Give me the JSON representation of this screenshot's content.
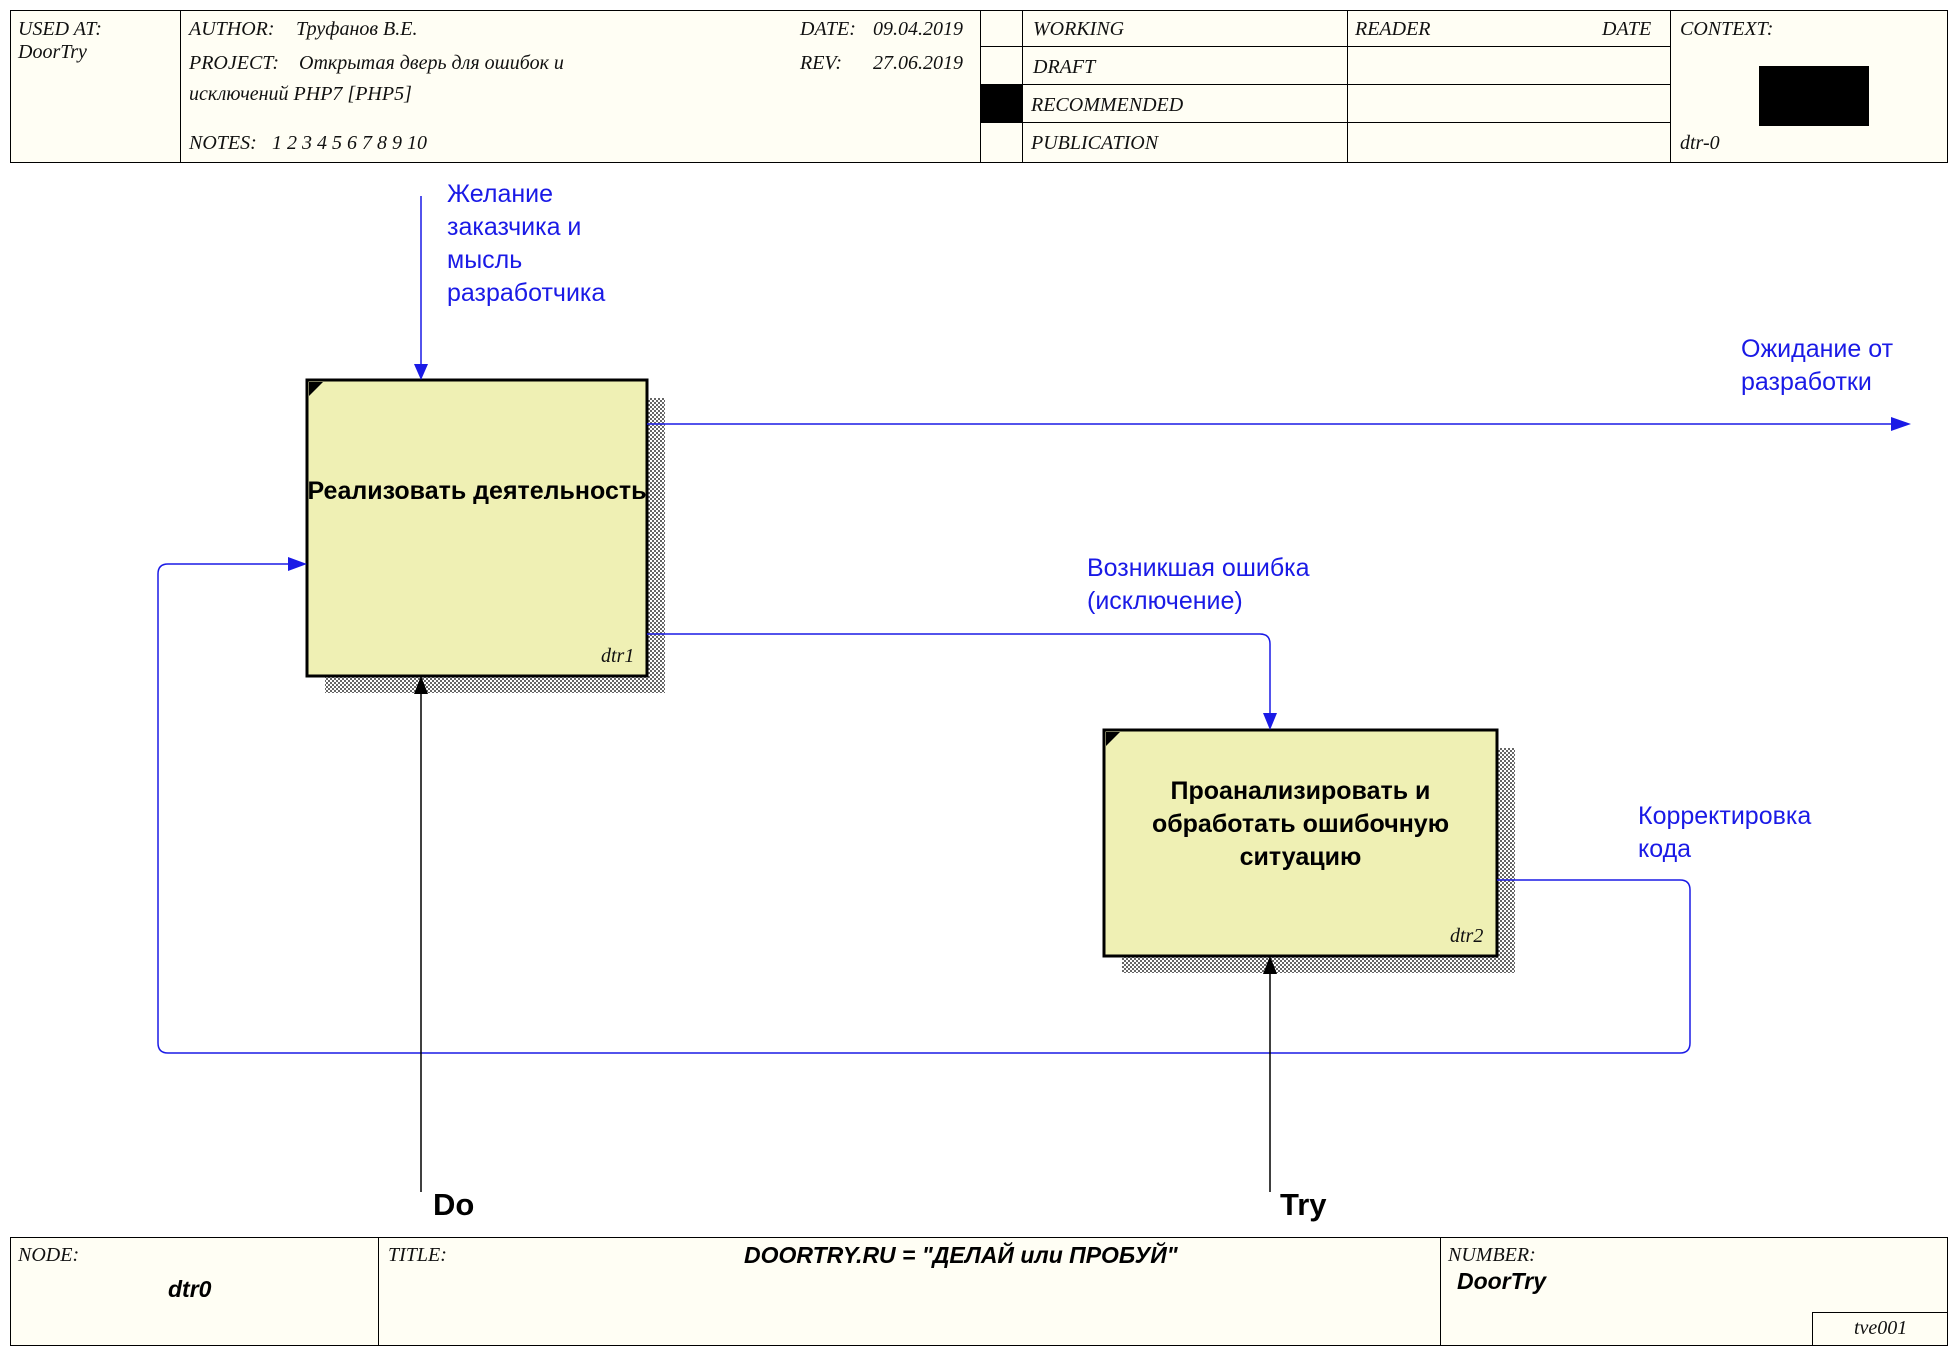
{
  "header": {
    "used_at_label": "USED AT:",
    "used_at_value": "DoorTry",
    "author_label": "AUTHOR:",
    "author_value": "Труфанов В.Е.",
    "project_label": "PROJECT:",
    "project_value_line1": "Открытая дверь для ошибок и",
    "project_value_line2": "исключений PHP7 [PHP5]",
    "notes_label": "NOTES:",
    "notes_values": "1  2  3  4  5  6  7  8  9  10",
    "date_label": "DATE:",
    "date_value": "09.04.2019",
    "rev_label": "REV:",
    "rev_value": "27.06.2019",
    "status": {
      "working": "WORKING",
      "draft": "DRAFT",
      "recommended": "RECOMMENDED",
      "publication": "PUBLICATION",
      "selected": "recommended"
    },
    "reader_label": "READER",
    "reader_date_label": "DATE",
    "context_label": "CONTEXT:",
    "context_value": "dtr-0"
  },
  "diagram": {
    "boxes": [
      {
        "label": "Реализовать деятельность",
        "ref": "dtr1"
      },
      {
        "label": "Проанализировать и обработать ошибочную ситуацию",
        "ref": "dtr2"
      }
    ],
    "arrows": {
      "input": [
        "Желание",
        "заказчика и",
        "мысль",
        "разработчика"
      ],
      "output": [
        "Ожидание от",
        "разработки"
      ],
      "error": [
        "Возникшая ошибка",
        "(исключение)"
      ],
      "correction": [
        "Корректировка",
        "кода"
      ],
      "mechanism_do": "Do",
      "mechanism_try": "Try"
    },
    "colors": {
      "arrow": "#1a1ae6",
      "box_fill": "#eff0b4",
      "mechanism": "#000000"
    }
  },
  "footer": {
    "node_label": "NODE:",
    "node_value": "dtr0",
    "title_label": "TITLE:",
    "title_value": "DOORTRY.RU = \"ДЕЛАЙ или ПРОБУЙ\"",
    "number_label": "NUMBER:",
    "number_value": "DoorTry",
    "page_code": "tve001"
  }
}
